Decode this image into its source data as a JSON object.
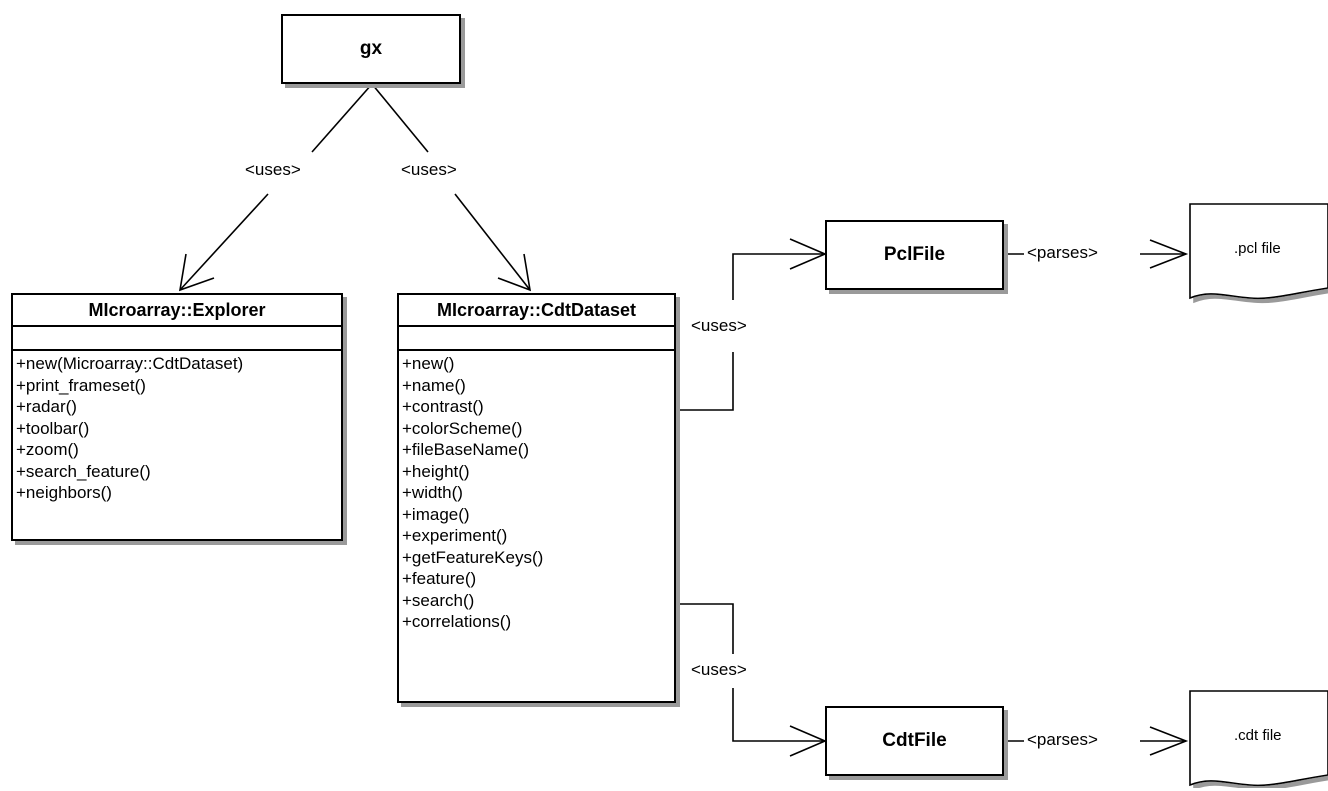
{
  "nodes": {
    "gx": "gx",
    "explorer": {
      "title": "MIcroarray::Explorer",
      "operations": [
        "+new(Microarray::CdtDataset)",
        "+print_frameset()",
        "+radar()",
        "+toolbar()",
        "+zoom()",
        "+search_feature()",
        "+neighbors()"
      ]
    },
    "cdtdataset": {
      "title": "MIcroarray::CdtDataset",
      "operations": [
        "+new()",
        "+name()",
        "+contrast()",
        "+colorScheme()",
        "+fileBaseName()",
        "+height()",
        "+width()",
        "+image()",
        "+experiment()",
        "+getFeatureKeys()",
        "+feature()",
        "+search()",
        "+correlations()"
      ]
    },
    "pclfile": "PclFile",
    "cdtfile": "CdtFile",
    "pcl_doc": ".pcl file",
    "cdt_doc": ".cdt file"
  },
  "edges": {
    "gx_explorer": "<uses>",
    "gx_cdtdataset": "<uses>",
    "cdtdataset_pclfile": "<uses>",
    "cdtdataset_cdtfile": "<uses>",
    "pclfile_doc": "<parses>",
    "cdtfile_doc": "<parses>"
  }
}
